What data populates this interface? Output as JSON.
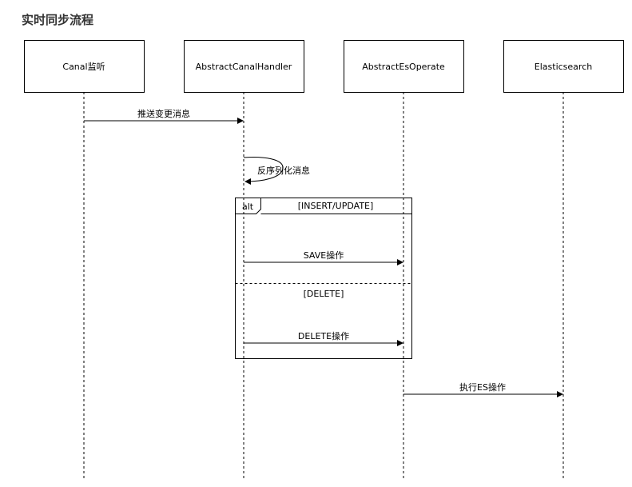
{
  "title": "实时同步流程",
  "participants": {
    "canal": "Canal监听",
    "handler": "AbstractCanalHandler",
    "operate": "AbstractEsOperate",
    "es": "Elasticsearch"
  },
  "messages": {
    "push": "推送变更消息",
    "deserialize": "反序列化消息",
    "save": "SAVE操作",
    "delete": "DELETE操作",
    "execute": "执行ES操作"
  },
  "alt_frame": {
    "operator": "alt",
    "guard_1": "[INSERT/UPDATE]",
    "guard_2": "[DELETE]"
  }
}
